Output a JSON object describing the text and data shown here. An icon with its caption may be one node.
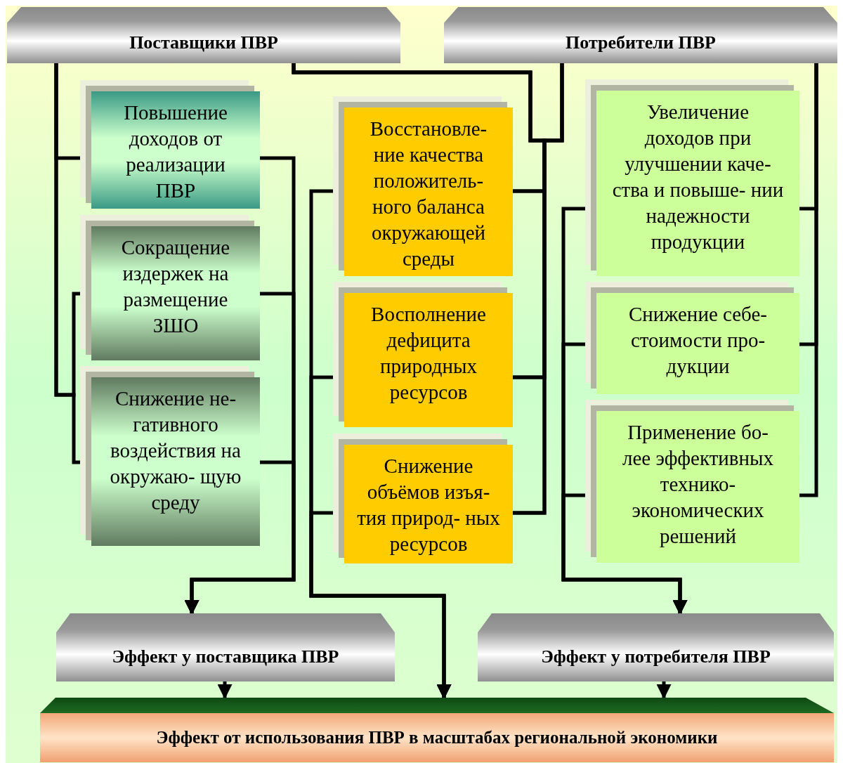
{
  "diagram": {
    "nodes": [
      {
        "text": [
          "Поставщики ПВР"
        ]
      },
      {
        "text": [
          "Потребители ПВР"
        ]
      },
      {
        "text": [
          "Повышение доходов от реализации ПВР"
        ]
      },
      {
        "text": [
          "Сокращение издержек на размещение ЗШО"
        ]
      },
      {
        "text": [
          "Снижение не- гативного воздействия на окружаю- щую среду"
        ]
      },
      {
        "text": [
          "Восстановле- ние качества положитель- ного баланса окружающей среды"
        ]
      },
      {
        "text": [
          "Восполнение дефицита природных ресурсов"
        ]
      },
      {
        "text": [
          "Снижение объёмов изъя- тия природ- ных ресурсов"
        ]
      },
      {
        "text": [
          "Увеличение доходов при улучшении каче- ства и повыше- нии надежности продукции"
        ]
      },
      {
        "text": [
          "Снижение себе- стоимости про- дукции"
        ]
      },
      {
        "text": [
          "Применение бо- лее эффективных технико- экономических решений"
        ]
      },
      {
        "text": [
          "Эффект у поставщика ПВР"
        ]
      },
      {
        "text": [
          "Эффект у потребителя ПВР"
        ]
      },
      {
        "text": [
          "Эффект от использования ПВР в масштабах региональной экономики"
        ]
      }
    ],
    "edges": [
      {
        "from": 0,
        "to": 2,
        "arrow": "none"
      },
      {
        "from": 0,
        "to": 3,
        "arrow": "none"
      },
      {
        "from": 0,
        "to": 4,
        "arrow": "none"
      },
      {
        "from": 0,
        "to": 5,
        "arrow": "none"
      },
      {
        "from": 0,
        "to": 6,
        "arrow": "none"
      },
      {
        "from": 0,
        "to": 7,
        "arrow": "none"
      },
      {
        "from": 1,
        "to": 5,
        "arrow": "none"
      },
      {
        "from": 1,
        "to": 6,
        "arrow": "none"
      },
      {
        "from": 1,
        "to": 7,
        "arrow": "none"
      },
      {
        "from": 1,
        "to": 8,
        "arrow": "none"
      },
      {
        "from": 1,
        "to": 9,
        "arrow": "none"
      },
      {
        "from": 1,
        "to": 10,
        "arrow": "none"
      },
      {
        "from": 2,
        "to": 11,
        "arrow": "to"
      },
      {
        "from": 3,
        "to": 11,
        "arrow": "to"
      },
      {
        "from": 4,
        "to": 11,
        "arrow": "to"
      },
      {
        "from": 5,
        "to": 13,
        "arrow": "to"
      },
      {
        "from": 6,
        "to": 13,
        "arrow": "to"
      },
      {
        "from": 7,
        "to": 13,
        "arrow": "to"
      },
      {
        "from": 8,
        "to": 12,
        "arrow": "to"
      },
      {
        "from": 9,
        "to": 12,
        "arrow": "to"
      },
      {
        "from": 10,
        "to": 12,
        "arrow": "to"
      },
      {
        "from": 11,
        "to": 13,
        "arrow": "to"
      },
      {
        "from": 12,
        "to": 13,
        "arrow": "to"
      }
    ]
  }
}
